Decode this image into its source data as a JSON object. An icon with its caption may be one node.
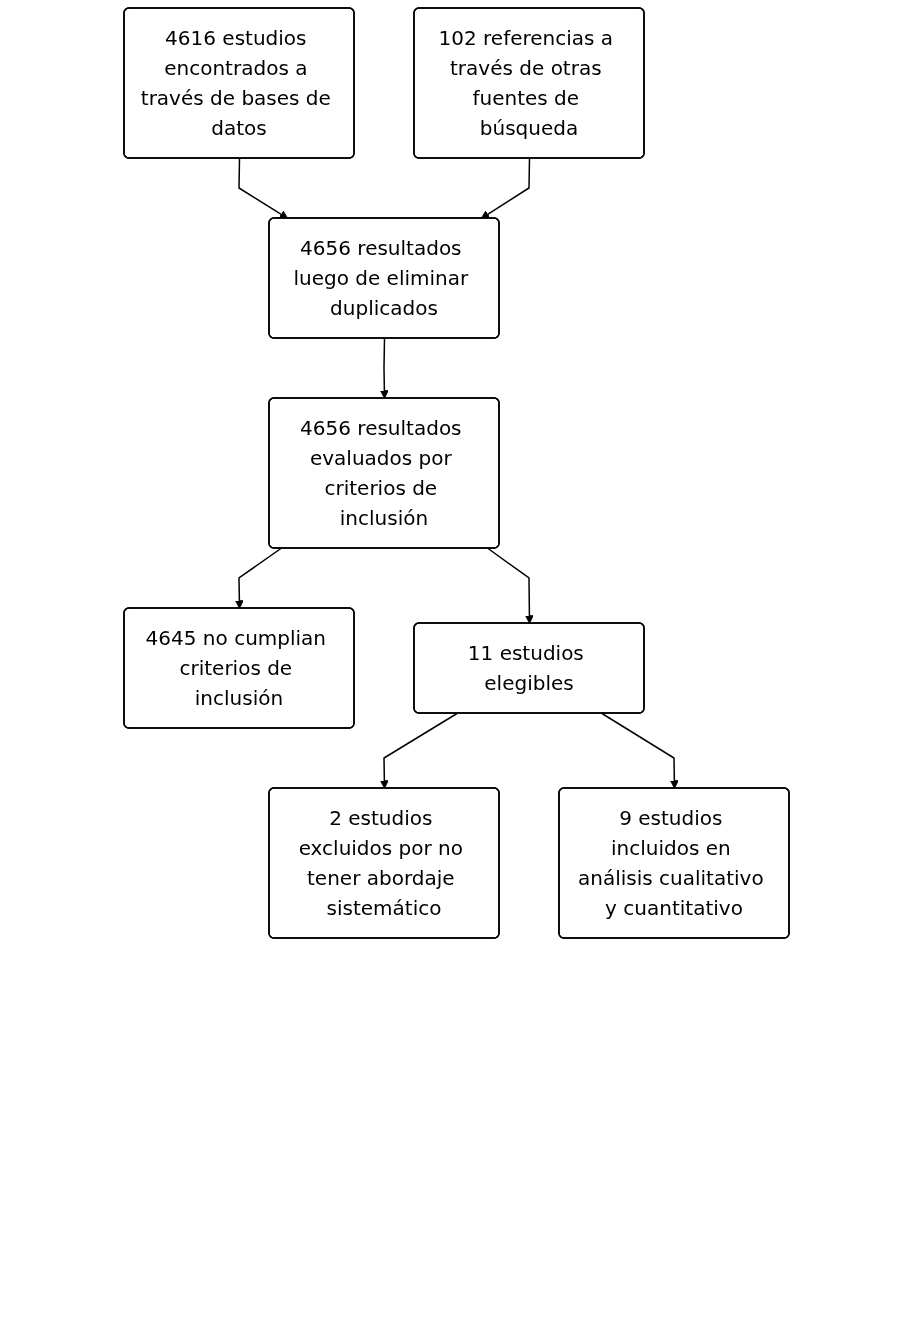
{
  "diagram": {
    "nodes": [
      {
        "text": [
          "4616 estudios encontrados a través de bases de datos"
        ]
      },
      {
        "text": [
          "102 referencias a través de otras fuentes de búsqueda"
        ]
      },
      {
        "text": [
          "4656 resultados luego de eliminar duplicados"
        ]
      },
      {
        "text": [
          "4656 resultados evaluados por criterios de inclusión"
        ]
      },
      {
        "text": [
          "4645 no cumplian criterios de inclusión"
        ]
      },
      {
        "text": [
          "11 estudios elegibles"
        ]
      },
      {
        "text": [
          "2 estudios excluidos por no tener abordaje sistemático"
        ]
      },
      {
        "text": [
          "9 estudios incluidos en análisis cualitativo y cuantitativo"
        ]
      }
    ],
    "edges": [
      {
        "from": 0,
        "to": 2,
        "arrow": "to"
      },
      {
        "from": 1,
        "to": 2,
        "arrow": "to"
      },
      {
        "from": 2,
        "to": 3,
        "arrow": "to"
      },
      {
        "from": 3,
        "to": 4,
        "arrow": "to"
      },
      {
        "from": 3,
        "to": 5,
        "arrow": "to"
      },
      {
        "from": 5,
        "to": 6,
        "arrow": "to"
      },
      {
        "from": 5,
        "to": 7,
        "arrow": "to"
      }
    ]
  }
}
